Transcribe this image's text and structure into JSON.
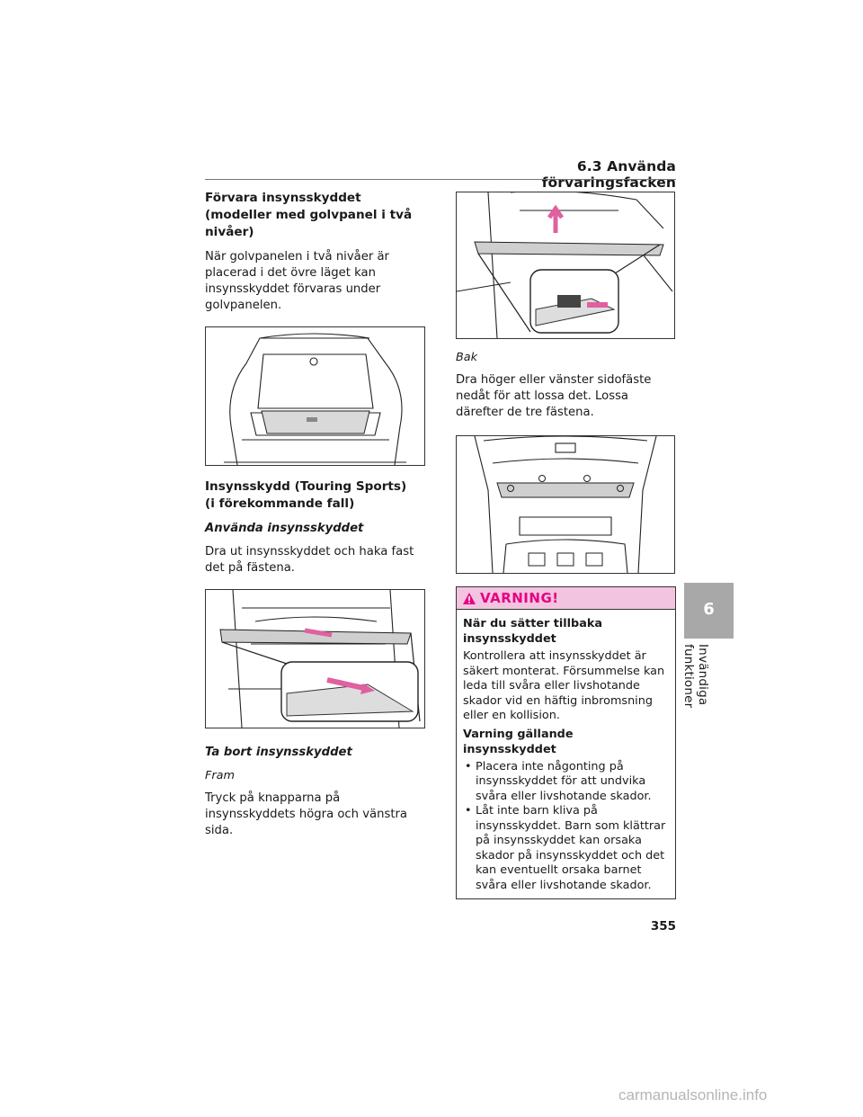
{
  "header": {
    "section": "6.3 Använda förvaringsfacken"
  },
  "left": {
    "heading1": "Förvara insynsskyddet (modeller med golvpanel i två nivåer)",
    "para1": "När golvpanelen i två nivåer är placerad i det övre läget kan insynsskyddet förvaras under golvpanelen.",
    "heading2_line1": "Insynsskydd (Touring Sports)",
    "heading2_line2": "(i förekommande fall)",
    "subheading1": "Använda insynsskyddet",
    "para2": "Dra ut insynsskyddet och haka fast det på fästena.",
    "subheading2": "Ta bort insynsskyddet",
    "caption_front": "Fram",
    "para3": "Tryck på knapparna på insynsskyddets högra och vänstra sida."
  },
  "right": {
    "caption_back": "Bak",
    "para1": "Dra höger eller vänster sidofäste nedåt för att lossa det. Lossa därefter de tre fästena."
  },
  "warning": {
    "title": "VARNING!",
    "heading1": "När du sätter tillbaka insynsskyddet",
    "para1": "Kontrollera att insynsskyddet är säkert monterat. Försummelse kan leda till svåra eller livshotande skador vid en häftig inbromsning eller en kollision.",
    "heading2": "Varning gällande insynsskyddet",
    "bullets": [
      "Placera inte någonting på insynsskyddet för att undvika svåra eller livshotande skador.",
      "Låt inte barn kliva på insynsskyddet. Barn som klättrar på insynsskyddet kan orsaka skador på insynsskyddet och det kan eventuellt orsaka barnet svåra eller livshotande skador."
    ]
  },
  "side_tab": {
    "number": "6",
    "label": "Invändiga funktioner"
  },
  "page_number": "355",
  "watermark": "carmanualsonline.info",
  "colors": {
    "warning_accent": "#e60082",
    "warning_bg": "#f2c4e0",
    "tab_gray": "#a8a8a8"
  }
}
